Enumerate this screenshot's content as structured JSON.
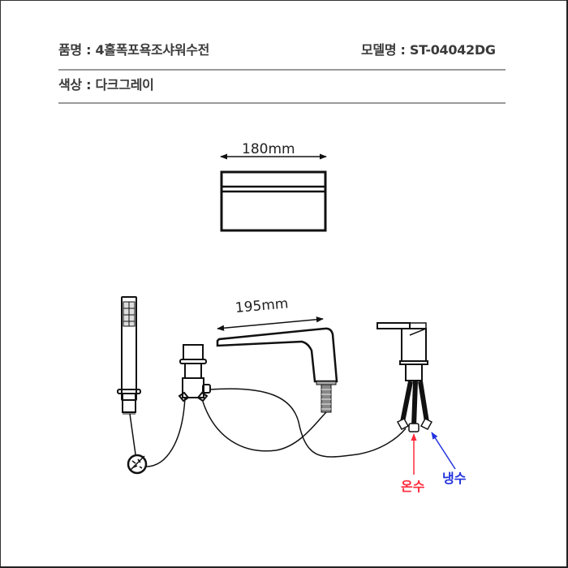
{
  "header": {
    "product_name_label": "품명 : 4홀폭포욕조샤워수전",
    "model_label": "모델명 : ST-04042DG",
    "color_label": "색상 : 다크그레이"
  },
  "diagram": {
    "top_view": {
      "dimension_label": "180mm"
    },
    "side_view": {
      "dimension_label": "195mm",
      "components": [
        "hand-shower",
        "diverter-valve",
        "waterfall-spout",
        "mixer-lever",
        "hose-weight"
      ],
      "hot_water_label": "온수",
      "cold_water_label": "냉수"
    },
    "colors": {
      "hot_arrow": "#ff2a3a",
      "cold_arrow": "#2233dd",
      "line": "#111111"
    }
  }
}
